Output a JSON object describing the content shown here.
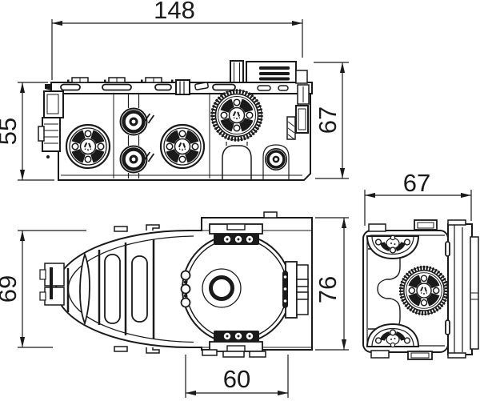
{
  "colors": {
    "line": "#1a1a1a",
    "background": "#ffffff"
  },
  "dims": {
    "side_width": "148",
    "side_body_height": "55",
    "side_total_height": "67",
    "plan_body_depth": "69",
    "plan_total_depth": "76",
    "plan_device_width": "60",
    "end_depth": "67"
  }
}
